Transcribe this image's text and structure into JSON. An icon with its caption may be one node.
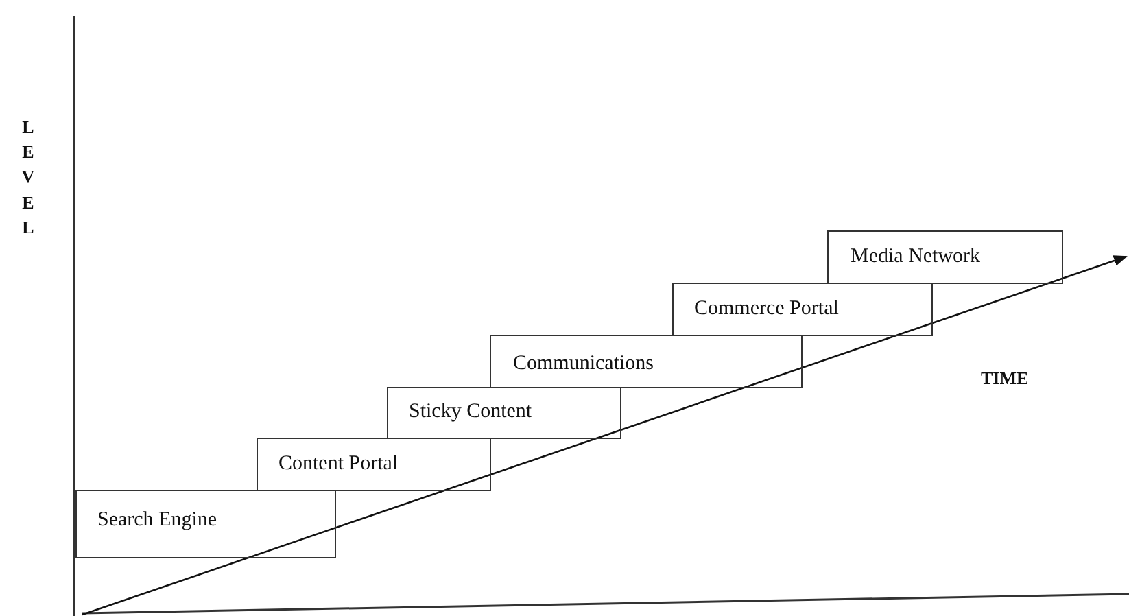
{
  "diagram": {
    "nodes": [
      {
        "text": [
          "Search Engine"
        ]
      },
      {
        "text": [
          "Content Portal"
        ]
      },
      {
        "text": [
          "Sticky Content"
        ]
      },
      {
        "text": [
          "Communications"
        ]
      },
      {
        "text": [
          "Commerce Portal"
        ]
      },
      {
        "text": [
          "Media Network"
        ]
      }
    ],
    "edges": [],
    "labels": [
      "LEVEL",
      "TIME"
    ]
  }
}
